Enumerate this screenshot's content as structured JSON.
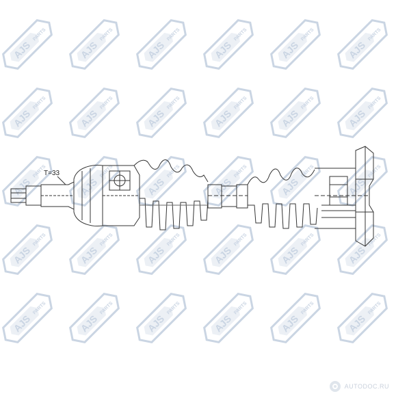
{
  "watermark": {
    "brand": "AJS",
    "word": "PARTS",
    "icon": "ajs-parts-logo-icon",
    "color": "#9fb3cd"
  },
  "diagram": {
    "spline_label": "T=33",
    "line_color": "#333333"
  },
  "footer": {
    "text": "AUTODOC.RU",
    "icon": "autodoc-badge-icon"
  }
}
